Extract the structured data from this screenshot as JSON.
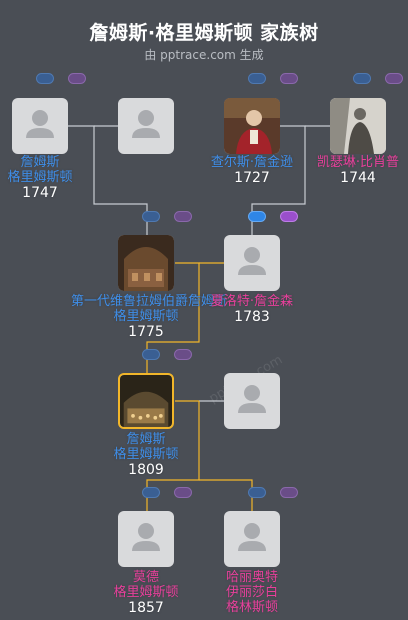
{
  "header": {
    "title": "詹姆斯·格里姆斯顿 家族树",
    "subtitle": "由 pptrace.com 生成",
    "watermark": "pptrace.com"
  },
  "colors": {
    "background": "#4a4e55",
    "male": "#3f8ee8",
    "female": "#e7409b",
    "selected_line": "#f2b62a",
    "line": "#c8ccd2"
  },
  "people": {
    "p1": {
      "name1": "詹姆斯",
      "name2": "格里姆斯顿",
      "year": "1747",
      "gender": "male"
    },
    "p2": {
      "name1": "",
      "name2": "",
      "year": "",
      "gender": "unknown"
    },
    "p3": {
      "name1": "查尔斯·詹金逊",
      "name2": "",
      "year": "1727",
      "gender": "male"
    },
    "p4": {
      "name1": "凯瑟琳·比肖普",
      "name2": "",
      "year": "1744",
      "gender": "female"
    },
    "p5": {
      "name1": "第一代维鲁拉姆伯爵詹姆斯",
      "name2": "格里姆斯顿",
      "year": "1775",
      "gender": "male"
    },
    "p6": {
      "name1": "夏洛特·詹金森",
      "name2": "",
      "year": "1783",
      "gender": "female"
    },
    "p7": {
      "name1": "詹姆斯",
      "name2": "格里姆斯顿",
      "year": "1809",
      "gender": "male"
    },
    "p8": {
      "name1": "",
      "name2": "",
      "year": "",
      "gender": "unknown"
    },
    "p9": {
      "name1": "莫德",
      "name2": "格里姆斯顿",
      "year": "1857",
      "gender": "female"
    },
    "p10": {
      "name1": "哈丽奥特",
      "name2": "伊丽莎白",
      "name3": "格林斯顿",
      "year": "",
      "gender": "female"
    }
  }
}
